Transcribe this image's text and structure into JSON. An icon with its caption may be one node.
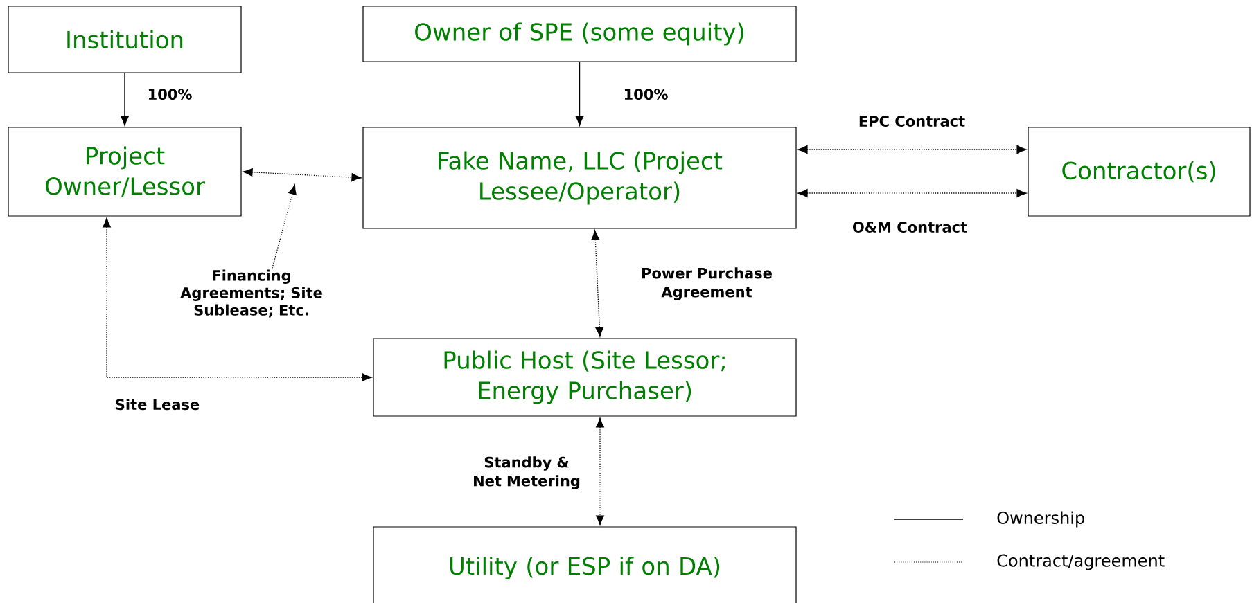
{
  "diagram": {
    "nodes": [
      {
        "text": [
          "Institution"
        ]
      },
      {
        "text": [
          "Owner of SPE (some equity)"
        ]
      },
      {
        "text": [
          "Project Owner/Lessor"
        ]
      },
      {
        "text": [
          "Fake Name, LLC (Project Lessee/Operator)"
        ]
      },
      {
        "text": [
          "Contractor(s)"
        ]
      },
      {
        "text": [
          "Public Host (Site Lessor; Energy Purchaser)"
        ]
      },
      {
        "text": [
          "Utility (or ESP if on DA)"
        ]
      },
      {
        "text": [
          "Financing Agreements; Site Sublease; Etc."
        ]
      }
    ],
    "edges": [
      {
        "from": 0,
        "to": 2,
        "arrow": "to",
        "label": "100%"
      },
      {
        "from": 1,
        "to": 3,
        "arrow": "to",
        "label": "100%"
      },
      {
        "from": 2,
        "to": 3,
        "arrow": "both",
        "style": "dashed"
      },
      {
        "from": 7,
        "to": null,
        "arrow": "to",
        "style": "dashed"
      },
      {
        "from": 3,
        "to": 4,
        "arrow": "both",
        "style": "dashed",
        "label": "EPC Contract"
      },
      {
        "from": 3,
        "to": 4,
        "arrow": "both",
        "style": "dashed",
        "label": "O&M Contract"
      },
      {
        "from": 3,
        "to": 5,
        "arrow": "both",
        "style": "dashed",
        "label": "Power Purchase Agreement"
      },
      {
        "from": 2,
        "to": 5,
        "arrow": "both",
        "style": "dashed",
        "label": "Site Lease"
      },
      {
        "from": 5,
        "to": 6,
        "arrow": "both",
        "style": "dashed",
        "label": "Standby & Net Metering"
      }
    ],
    "legend": [
      {
        "text": "Ownership"
      },
      {
        "text": "Contract/agreement"
      }
    ]
  }
}
